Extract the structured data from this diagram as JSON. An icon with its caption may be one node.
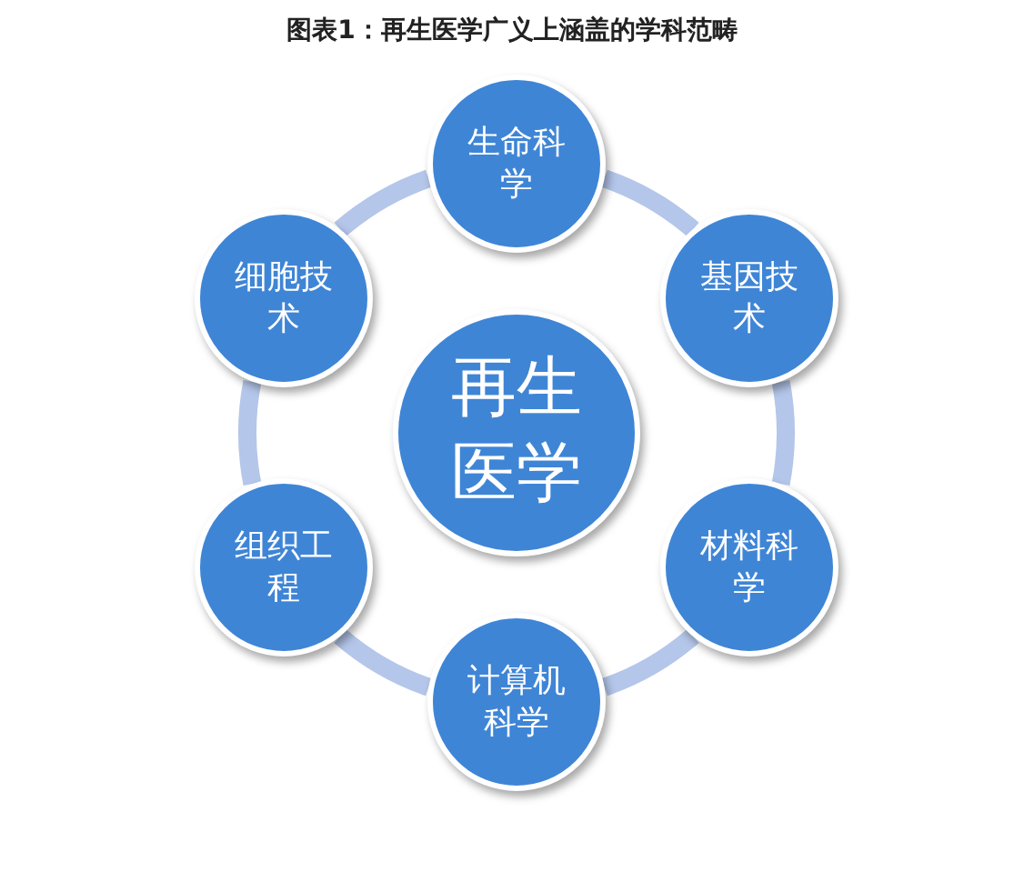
{
  "diagram": {
    "title": "图表1：再生医学广义上涵盖的学科范畴",
    "nodes": [
      {
        "text": [
          "再生医学"
        ]
      },
      {
        "text": [
          "生命科学"
        ]
      },
      {
        "text": [
          "基因技术"
        ]
      },
      {
        "text": [
          "材料科学"
        ]
      },
      {
        "text": [
          "计算机科学"
        ]
      },
      {
        "text": [
          "组织工程"
        ]
      },
      {
        "text": [
          "细胞技术"
        ]
      }
    ],
    "edges": [
      {
        "from": 1,
        "to": 2,
        "arrow": "none"
      },
      {
        "from": 2,
        "to": 3,
        "arrow": "none"
      },
      {
        "from": 3,
        "to": 4,
        "arrow": "none"
      },
      {
        "from": 4,
        "to": 5,
        "arrow": "none"
      },
      {
        "from": 5,
        "to": 6,
        "arrow": "none"
      },
      {
        "from": 6,
        "to": 1,
        "arrow": "none"
      }
    ]
  }
}
